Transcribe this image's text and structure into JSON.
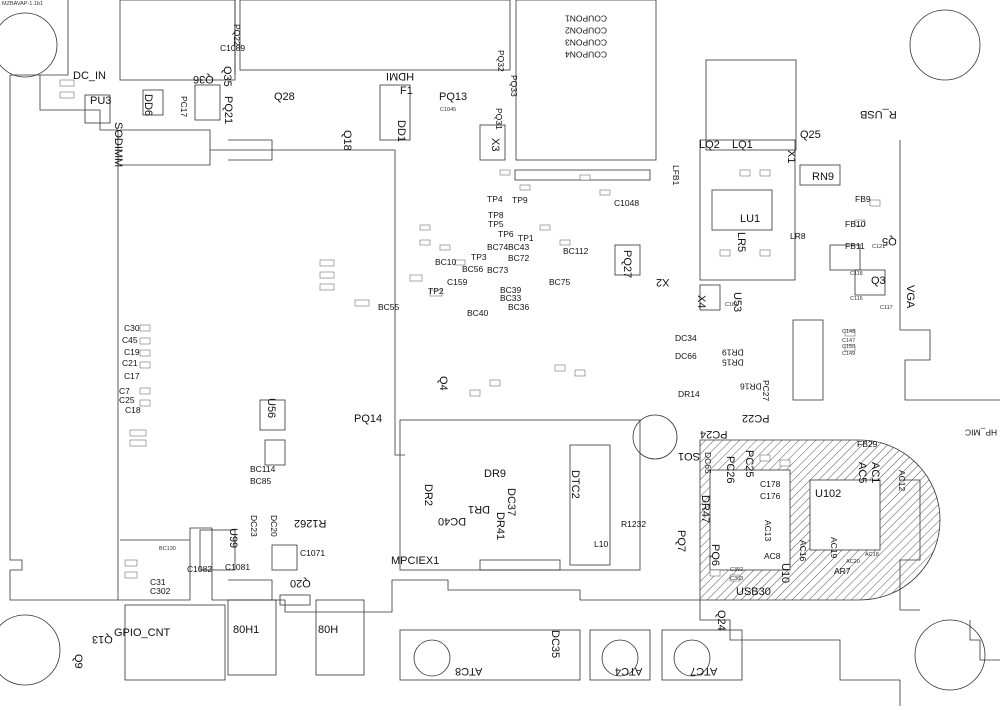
{
  "board_id": "MZBAVAP-1.1b1",
  "connectors": {
    "dc_in": "DC_IN",
    "hdmi": "HDMI",
    "r_usb": "R_USB",
    "vga": "VGA",
    "sodimm": "SODIMM",
    "mpciex1": "MPCIEX1",
    "gpio_cnt": "GPIO_CNT",
    "usb30": "USB30",
    "hp_mic": "HP_MIC"
  },
  "coupons": [
    "COUPON1",
    "COUPON2",
    "COUPON3",
    "COUPON4"
  ],
  "mount_holes": [
    "80H1",
    "80H"
  ],
  "capacitor_labels": [
    "ATC8",
    "ATC4",
    "ATC7"
  ],
  "parts": {
    "pu3": "PU3",
    "dd6": "DD6",
    "pc17": "PC17",
    "q36": "Q36",
    "q35": "Q35",
    "pq21": "PQ21",
    "pq22": "PQ22",
    "c1089": "C1089",
    "q28": "Q28",
    "q18": "Q18",
    "f1": "F1",
    "dd1": "DD1",
    "pq13": "PQ13",
    "x3": "X3",
    "pq31": "PQ31",
    "pq32": "PQ32",
    "pq33": "PQ33",
    "c1045": "C1045",
    "lq2": "LQ2",
    "lq1": "LQ1",
    "x1": "X1",
    "q25": "Q25",
    "rn9": "RN9",
    "lu1": "LU1",
    "lr5": "LR5",
    "lr8": "LR8",
    "fb9": "FB9",
    "fb10": "FB10",
    "fb11": "FB11",
    "q5": "Q5",
    "q3": "Q3",
    "x4": "X4",
    "u53": "U53",
    "x2": "X2",
    "pq27": "PQ27",
    "c1048": "C1048",
    "bc112": "BC112",
    "lfb1": "LFB1",
    "q4": "Q4",
    "pq14": "PQ14",
    "u56": "U56",
    "bc114": "BC114",
    "bc85": "BC85",
    "dr9": "DR9",
    "dr2": "DR2",
    "dr1": "DR1",
    "dc37": "DC37",
    "dc40": "DC40",
    "dr41": "DR41",
    "dtc2": "DTC2",
    "r1232": "R1232",
    "l10": "L10",
    "pq7": "PQ7",
    "pq6": "PQ6",
    "dr47": "DR47",
    "dr14": "DR14",
    "pc22": "PC22",
    "pc24": "PC24",
    "so1": "SO1",
    "pc25": "PC25",
    "pc26": "PC26",
    "u102": "U102",
    "ac1": "AC1",
    "ac5": "AC5",
    "fb29": "FB29",
    "ac8": "AC8",
    "ar7": "AR7",
    "u10": "U10",
    "q24": "Q24",
    "dc35": "DC35",
    "q20": "Q20",
    "u99": "U99",
    "r1262": "R1262",
    "dc23": "DC23",
    "dc20": "DC20",
    "c1081": "C1081",
    "c1082": "C1082",
    "c1071": "C1071",
    "q13": "Q13",
    "q9": "Q9",
    "c31": "C31",
    "c302": "C302",
    "bc130": "BC130",
    "c30": "C30",
    "c45": "C45",
    "c19": "C19",
    "c21": "C21",
    "c17": "C17",
    "c7": "C7",
    "c25": "C25",
    "c18": "C18",
    "c178": "C178",
    "c176": "C176",
    "dr15": "DR15",
    "dr19": "DR19",
    "dr16": "DR16",
    "tp1": "TP1",
    "tp3": "TP3",
    "tp5": "TP5",
    "tp8": "TP8",
    "tp4": "TP4",
    "tp6": "TP6",
    "tp9": "TP9",
    "bc74": "BC74",
    "bc43": "BC43",
    "bc72": "BC72",
    "bc73": "BC73",
    "bc39": "BC39",
    "bc33": "BC33",
    "bc56": "BC56",
    "bc10": "BC10",
    "bc55": "BC55",
    "bc75": "BC75",
    "bc36": "BC36",
    "bc40": "BC40",
    "c159": "C159",
    "tp2": "TP2",
    "dc34": "DC34",
    "dc65": "DC65",
    "dc66": "DC66",
    "pc27": "PC27",
    "ac12": "AC12",
    "ac16": "AC16",
    "ac13": "AC13",
    "ac19": "AC19",
    "ac18": "AC18",
    "ac20": "AC20",
    "c392": "C392",
    "c363": "C363",
    "c148": "C148",
    "c147": "C147",
    "c150": "C150",
    "c149": "C149",
    "c118": "C118",
    "c116": "C116",
    "c117": "C117",
    "c121": "C121",
    "c181": "C181"
  },
  "colors": {
    "line": "#333333",
    "text": "#111111",
    "hatch": "#555555",
    "background": "#ffffff"
  }
}
